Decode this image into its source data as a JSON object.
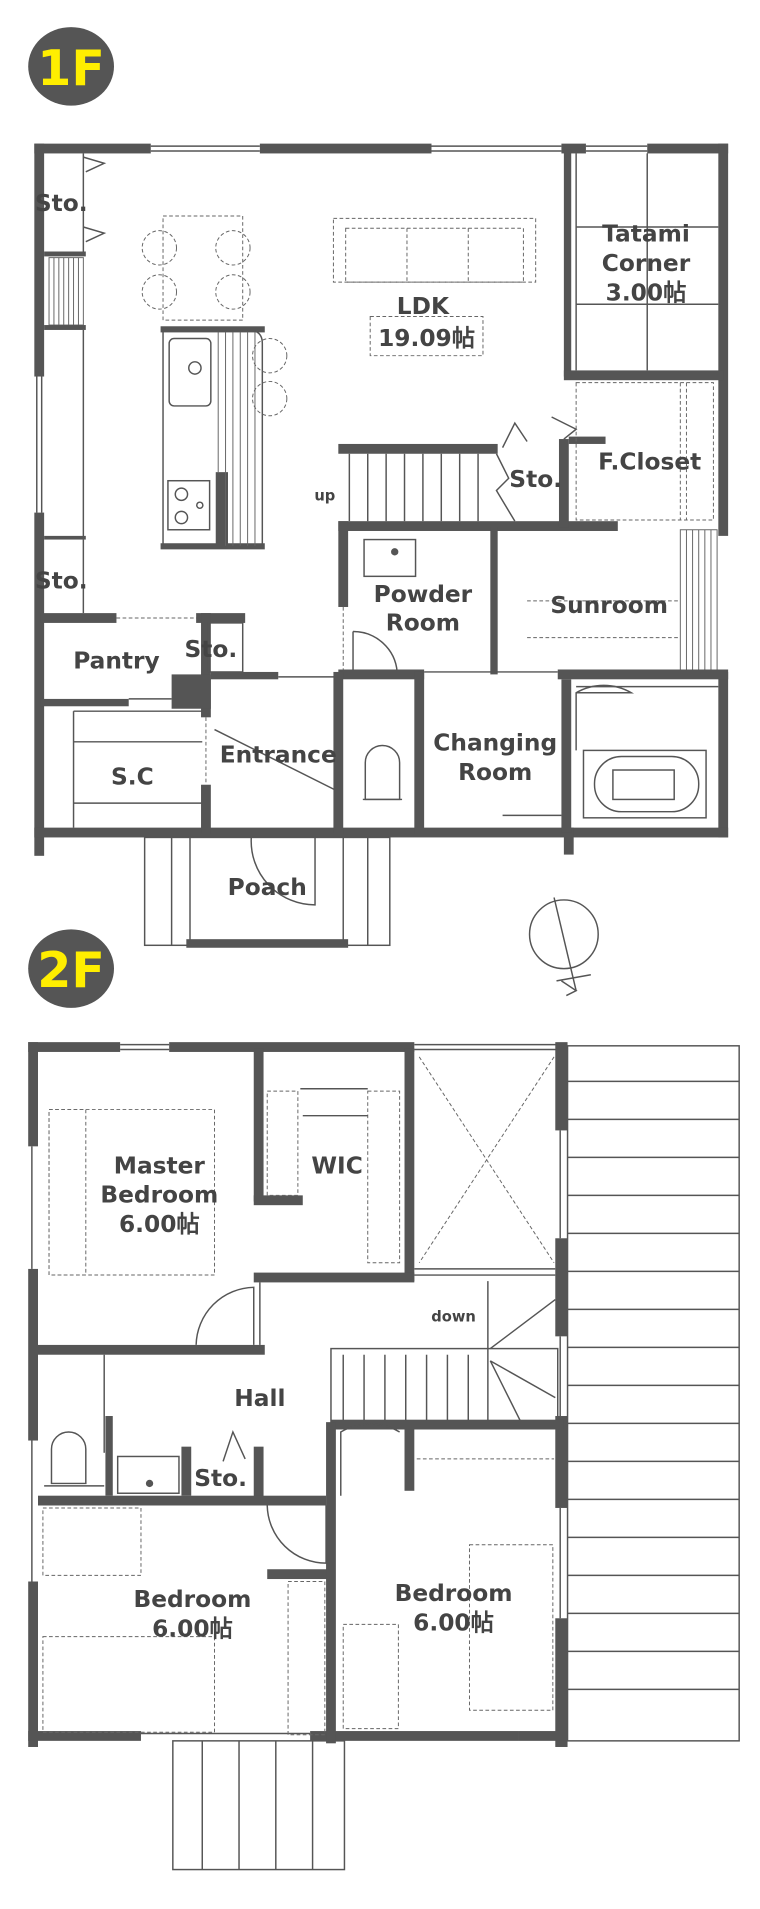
{
  "floor1": {
    "badge": "1F",
    "rooms": {
      "sto_top": "Sto.",
      "sto_left": "Sto.",
      "tatami": [
        "Tatami",
        "Corner",
        "3.00帖"
      ],
      "ldk": [
        "LDK",
        "19.09帖"
      ],
      "up": "up",
      "sto_stairs": "Sto.",
      "f_closet": "F.Closet",
      "powder": [
        "Powder",
        "Room"
      ],
      "sunroom": "Sunroom",
      "pantry": "Pantry",
      "sto_pantry": "Sto.",
      "entrance": "Entrance",
      "sc": "S.C",
      "changing": [
        "Changing",
        "Room"
      ],
      "poach": "Poach"
    }
  },
  "floor2": {
    "badge": "2F",
    "rooms": {
      "master": [
        "Master",
        "Bedroom",
        "6.00帖"
      ],
      "wic": "WIC",
      "down": "down",
      "hall": "Hall",
      "sto": "Sto.",
      "bedroom_left": [
        "Bedroom",
        "6.00帖"
      ],
      "bedroom_right": [
        "Bedroom",
        "6.00帖"
      ]
    }
  },
  "colors": {
    "wall": "#555555",
    "badge_bg": "#555555",
    "badge_text": "#ffee00"
  }
}
